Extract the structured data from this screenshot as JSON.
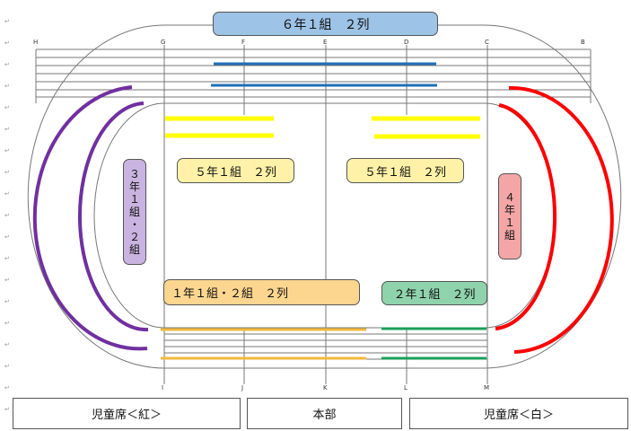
{
  "title_box": {
    "label": "６年１組　２列",
    "color": "#9dc3e6"
  },
  "markers_top": [
    "H",
    "G",
    "F",
    "E",
    "D",
    "C",
    "B"
  ],
  "markers_bottom": [
    "I",
    "J",
    "K",
    "L",
    "M"
  ],
  "boxes": {
    "g5_left": {
      "label": "５年１組　２列",
      "color": "#fff2a8"
    },
    "g5_right": {
      "label": "５年１組　２列",
      "color": "#fff2a8"
    },
    "g3": {
      "chars": [
        "３",
        "年",
        "１",
        "組",
        "・",
        "２",
        "組"
      ],
      "color": "#c9b3e0"
    },
    "g4": {
      "chars": [
        "４",
        "年",
        "１",
        "組"
      ],
      "color": "#f4a6a6"
    },
    "g1": {
      "label": "１年１組・２組　２列",
      "color": "#fcd58f"
    },
    "g2": {
      "label": "２年１組　２列",
      "color": "#8fd3ac"
    }
  },
  "seats": {
    "red": "児童席＜紅＞",
    "honbu": "本部",
    "white": "児童席＜白＞"
  },
  "colors": {
    "blue": "#1f6fb5",
    "yellow": "#ffff00",
    "purple": "#7030a0",
    "red": "#ff0000",
    "orange": "#f2b93b",
    "green": "#1aa05a",
    "track": "#777777"
  }
}
